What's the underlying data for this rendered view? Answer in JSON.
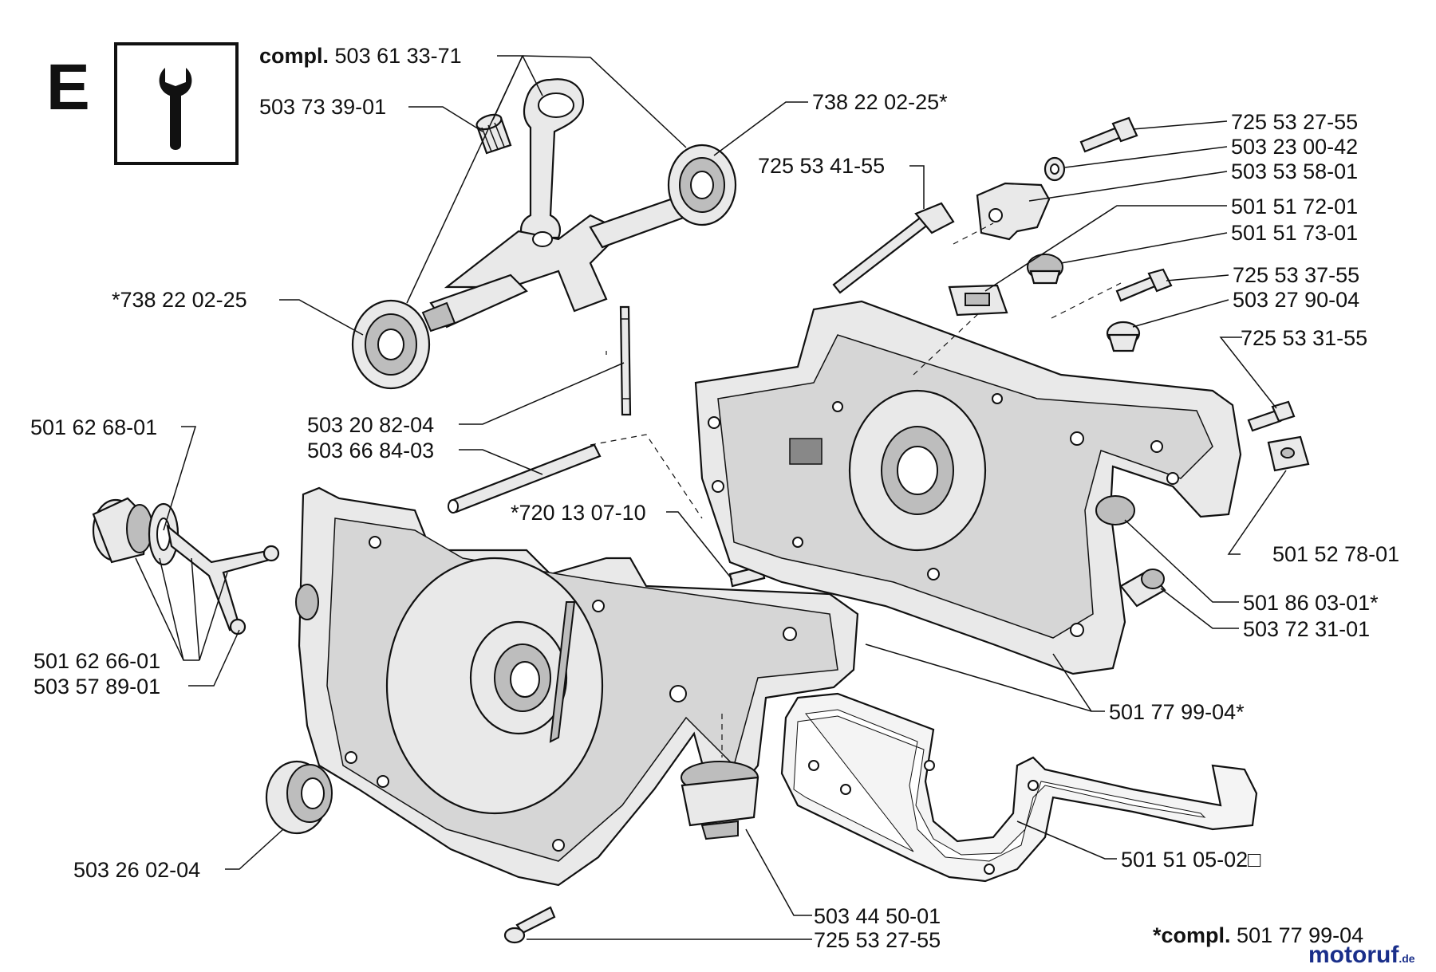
{
  "section": {
    "letter": "E",
    "icon": "wrench-icon"
  },
  "labels": {
    "compl_prefix": "compl.",
    "compl_crank": "503 61 33-71",
    "needle_bearing": "503 73 39-01",
    "bearing_right": "738 22 02-25*",
    "bearing_left": "*738 22 02-25",
    "screw_top": "725 53 27-55",
    "washer": "503 23 00-42",
    "bracket": "503 53 58-01",
    "long_bolt": "725 53 41-55",
    "rubber_block": "501 51 72-01",
    "plug_top": "501 51 73-01",
    "screw_mid": "725 53 37-55",
    "plug_mid": "503 27 90-04",
    "screw_right": "725 53 31-55",
    "stud": "503 20 82-04",
    "tube": "503 66 84-03",
    "oil_cap": "501 62 68-01",
    "pin": "*720 13 07-10",
    "cap_parts": "501 62 66-01",
    "strap": "503 57 89-01",
    "clip": "501 52 78-01",
    "grommet": "501 86 03-01*",
    "plug_low": "503 72 31-01",
    "crankcase": "501 77 99-04*",
    "seal": "503 26 02-04",
    "gasket": "501 51 05-02□",
    "bush": "503 44 50-01",
    "screw_bottom": "725 53 27-55",
    "footer_prefix": "*compl.",
    "footer_number": "501 77 99-04"
  },
  "watermark": {
    "text": "motoruf",
    "suffix": ".de",
    "color": "#1a2f8a"
  }
}
